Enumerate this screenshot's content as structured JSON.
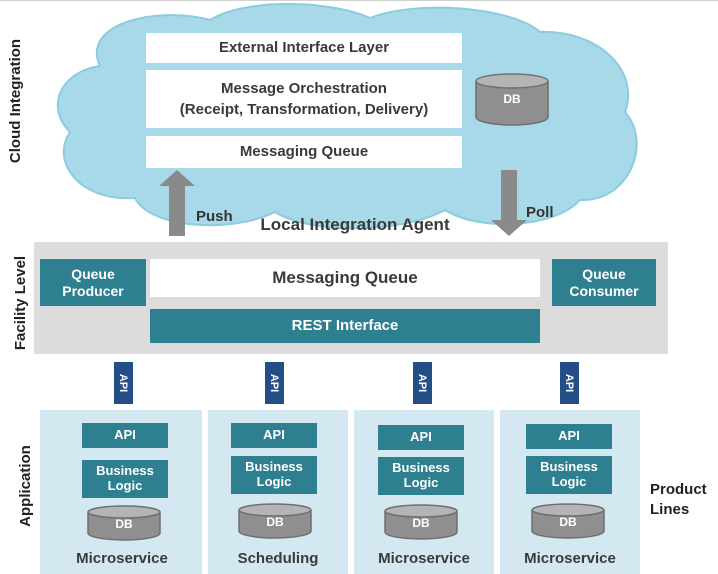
{
  "colors": {
    "cloud": "#a8d9e8",
    "cloud_edge": "#8ccbe0",
    "teal": "#2e7f8f",
    "api_tag": "#244f86",
    "facility_band": "#dcdcdc",
    "app_panel": "#d3e8f1",
    "arrow": "#8a8a8a",
    "db_fill": "#8f8f8f"
  },
  "row_labels": {
    "cloud": "Cloud Integration",
    "facility": "Facility Level",
    "application": "Application"
  },
  "cloud": {
    "layer1": "External Interface Layer",
    "layer2_line1": "Message Orchestration",
    "layer2_line2": "(Receipt, Transformation, Delivery)",
    "layer3": "Messaging Queue",
    "db": "DB"
  },
  "arrows": {
    "push": "Push",
    "poll": "Poll"
  },
  "agent_title": "Local Integration Agent",
  "facility": {
    "producer_line1": "Queue",
    "producer_line2": "Producer",
    "messaging_queue": "Messaging Queue",
    "consumer_line1": "Queue",
    "consumer_line2": "Consumer",
    "rest": "REST Interface"
  },
  "api_tags": [
    "API",
    "API",
    "API",
    "API"
  ],
  "services": [
    {
      "api": "API",
      "logic1": "Business",
      "logic2": "Logic",
      "db": "DB",
      "name": "Microservice"
    },
    {
      "api": "API",
      "logic1": "Business",
      "logic2": "Logic",
      "db": "DB",
      "name": "Scheduling"
    },
    {
      "api": "API",
      "logic1": "Business",
      "logic2": "Logic",
      "db": "DB",
      "name": "Microservice"
    },
    {
      "api": "API",
      "logic1": "Business",
      "logic2": "Logic",
      "db": "DB",
      "name": "Microservice"
    }
  ],
  "product_lines_line1": "Product",
  "product_lines_line2": "Lines"
}
